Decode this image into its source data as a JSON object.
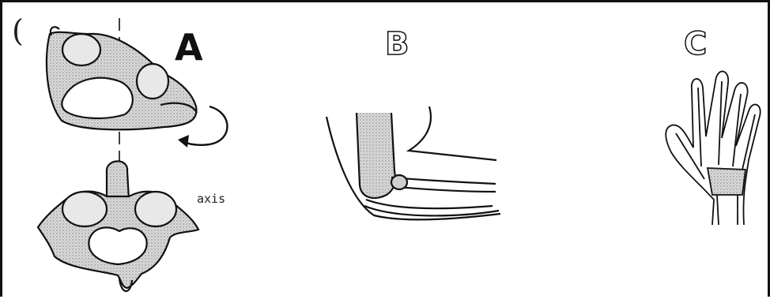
{
  "panels": {
    "a": {
      "label": "A",
      "annotation": "axis",
      "mark": "("
    },
    "b": {
      "label": "B"
    },
    "c": {
      "label": "C"
    }
  },
  "colors": {
    "ink": "#111111",
    "background": "#ffffff",
    "shade": "#bdbdbd"
  }
}
